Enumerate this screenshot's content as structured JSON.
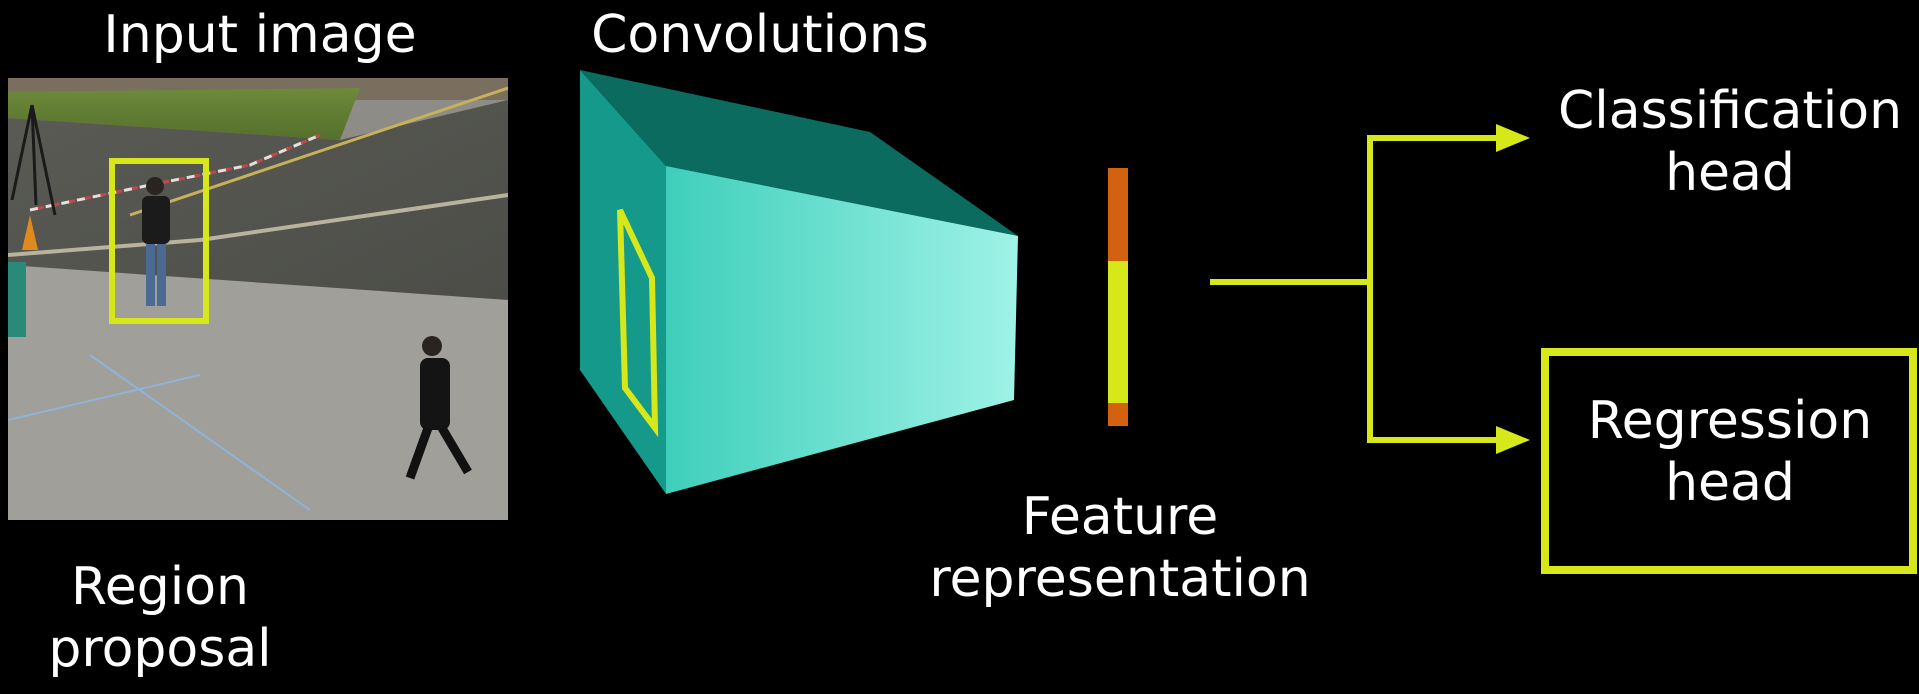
{
  "labels": {
    "input_image": "Input image",
    "convolutions": "Convolutions",
    "region_proposal": [
      "Region",
      "proposal"
    ],
    "feature_representation": [
      "Feature",
      "representation"
    ],
    "classification_head": [
      "Classification",
      "head"
    ],
    "regression_head": [
      "Regression",
      "head"
    ]
  },
  "colors": {
    "background": "#000000",
    "highlight": "#d7e81a",
    "feature_orange": "#d2620f",
    "conv_front_light": "#9ff2e6",
    "conv_front_dark": "#3ecfbb",
    "conv_top": "#0b6b5e",
    "conv_side": "#14998a",
    "text": "#ffffff"
  },
  "icons": {
    "photo": "scene-photo-pedestrians",
    "volume": "convolution-volume-3d",
    "arrows": "right-arrow-icon"
  },
  "feature_vector": {
    "segments": [
      "orange",
      "yellow",
      "orange"
    ]
  }
}
